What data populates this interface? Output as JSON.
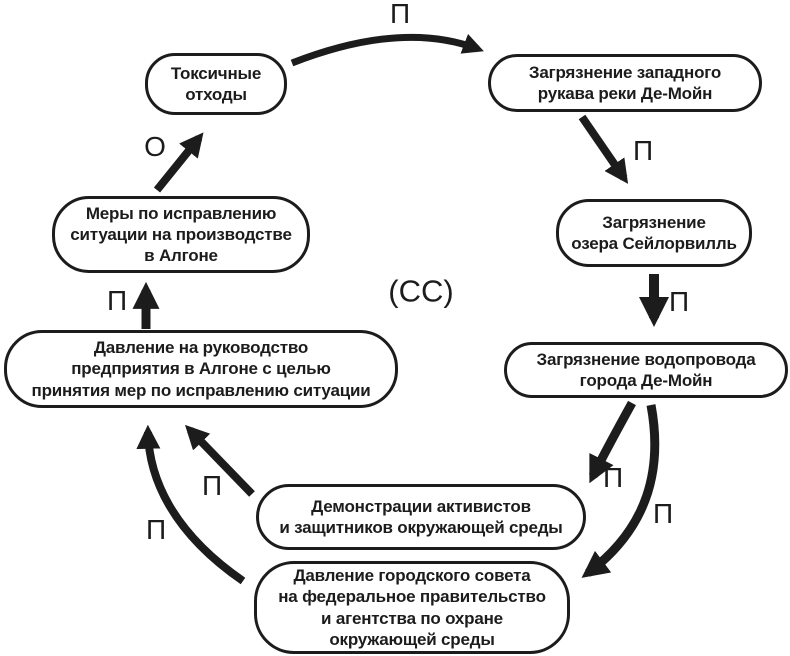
{
  "diagram": {
    "type": "causal-loop-diagram",
    "center_loop_label": "(СС)",
    "colors": {
      "stroke": "#1c1c1c",
      "background": "#ffffff",
      "text": "#1c1c1c"
    },
    "nodes": [
      {
        "id": "toxic-waste",
        "label": "Токсичные\nотходы"
      },
      {
        "id": "west-river-pollution",
        "label": "Загрязнение западного\nрукава реки Де-Мойн"
      },
      {
        "id": "saylorville-lake-pollution",
        "label": "Загрязнение\nозера Сейлорвилль"
      },
      {
        "id": "water-supply-pollution",
        "label": "Загрязнение водопровода\nгорода Де-Мойн"
      },
      {
        "id": "activist-demonstrations",
        "label": "Демонстрации активистов\nи защитников окружающей среды"
      },
      {
        "id": "city-council-pressure",
        "label": "Давление городского совета\nна федеральное правительство\nи агентства по охране\nокружающей среды"
      },
      {
        "id": "management-pressure",
        "label": "Давление на руководство\nпредприятия в Алгоне с целью\nпринятия мер по исправлению ситуации"
      },
      {
        "id": "corrective-measures",
        "label": "Меры по исправлению\nситуации на производстве\nв Алгоне"
      }
    ],
    "edges": [
      {
        "from": "toxic-waste",
        "to": "west-river-pollution",
        "label": "П"
      },
      {
        "from": "west-river-pollution",
        "to": "saylorville-lake-pollution",
        "label": "П"
      },
      {
        "from": "saylorville-lake-pollution",
        "to": "water-supply-pollution",
        "label": "П"
      },
      {
        "from": "water-supply-pollution",
        "to": "activist-demonstrations",
        "label": "П"
      },
      {
        "from": "water-supply-pollution",
        "to": "city-council-pressure",
        "label": "П"
      },
      {
        "from": "activist-demonstrations",
        "to": "management-pressure",
        "label": "П"
      },
      {
        "from": "city-council-pressure",
        "to": "management-pressure",
        "label": "П"
      },
      {
        "from": "management-pressure",
        "to": "corrective-measures",
        "label": "П"
      },
      {
        "from": "corrective-measures",
        "to": "toxic-waste",
        "label": "О"
      }
    ]
  }
}
